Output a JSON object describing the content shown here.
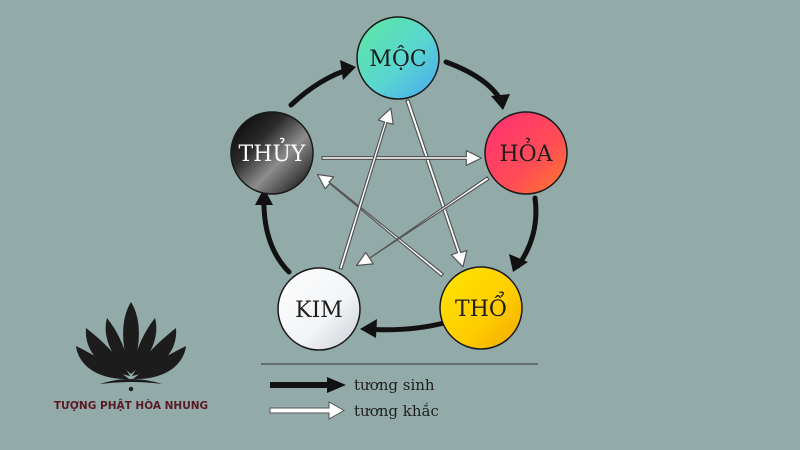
{
  "elements": {
    "moc": {
      "label": "MỘC",
      "text_color": "#1e1e1e"
    },
    "hoa": {
      "label": "HỎA",
      "text_color": "#1e1e1e"
    },
    "tho": {
      "label": "THỔ",
      "text_color": "#1e1e1e"
    },
    "kim": {
      "label": "KIM",
      "text_color": "#1e1e1e"
    },
    "thuy": {
      "label": "THỦY",
      "text_color": "#ffffff"
    }
  },
  "cycles": {
    "sinh": [
      "MỘC",
      "HỎA",
      "THỔ",
      "KIM",
      "THỦY"
    ],
    "khac": [
      "MỘC → THỔ",
      "THỔ → THỦY",
      "THỦY → HỎA",
      "HỎA → KIM",
      "KIM → MỘC"
    ]
  },
  "legend": {
    "sinh_label": "tương sinh",
    "khac_label": "tương khắc"
  },
  "brand": {
    "name": "TƯỢNG PHẬT HÒA NHUNG",
    "color": "#5a1a25"
  },
  "colors": {
    "background": "#93aba8",
    "sinh_arrow": "#111111",
    "khac_arrow_fill": "#ffffff",
    "khac_arrow_stroke": "#555555"
  }
}
